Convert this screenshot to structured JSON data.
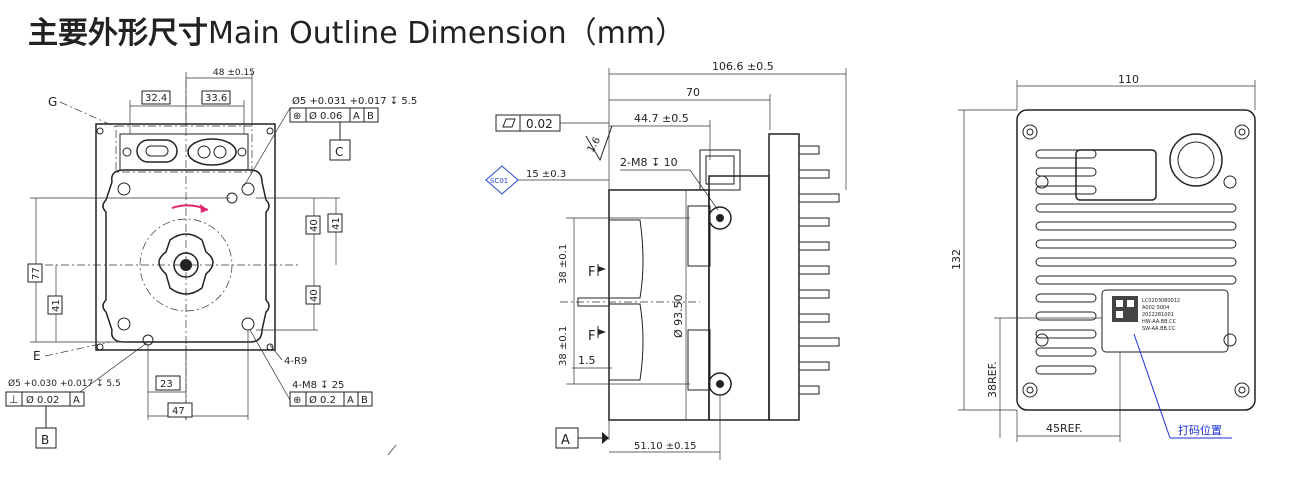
{
  "title": {
    "chinese": "主要外形尺寸",
    "english": "Main Outline Dimension（mm）"
  },
  "front_view": {
    "dim_top": "48 ±0.15",
    "dim_324": "32.4",
    "dim_336": "33.6",
    "label_g": "G",
    "label_e": "E",
    "hole_tol_top": "Ø5 +0.031 +0.017 ↧ 5.5",
    "fcf_top": [
      "⊕",
      "Ø 0.06",
      "A",
      "B"
    ],
    "datum_c": "C",
    "dim_40_upper": "40",
    "dim_41_right": "41",
    "dim_40_lower": "40",
    "dim_77": "77",
    "dim_41_left": "41",
    "dim_23": "23",
    "dim_47": "47",
    "note_r9": "4-R9",
    "note_m8": "4-M8 ↧ 25",
    "fcf_bottom_right": [
      "⊕",
      "Ø 0.2",
      "A",
      "B"
    ],
    "hole_tol_bottom": "Ø5 +0.030 +0.017 ↧ 5.5",
    "fcf_bottom_left": [
      "⊥",
      "Ø 0.02",
      "A"
    ],
    "datum_b": "B"
  },
  "side_view": {
    "dim_1066": "106.6 ±0.5",
    "dim_70": "70",
    "flatness": "0.02",
    "dim_447": "44.7 ±0.5",
    "roughness": "1.6",
    "note_m8": "2-M8 ↧ 10",
    "sc_tag": "SC01",
    "dim_15": "15 ±0.3",
    "dim_38_upper": "38 ±0.1",
    "dim_38_lower": "38 ±0.1",
    "label_f1": "F",
    "label_f2": "F",
    "dim_phi": "Ø 93.50",
    "dim_15b": "1.5",
    "datum_a": "A",
    "dim_5110": "51.10 ±0.15"
  },
  "rear_view": {
    "dim_110": "110",
    "dim_132": "132",
    "dim_38ref": "38REF.",
    "dim_45ref": "45REF.",
    "print_label": "打码位置",
    "label_lines": [
      "LC0203080012",
      "A002 0004",
      "2012281001",
      "HW-AA.BB.CC",
      "SW-AA.BB.CC"
    ],
    "label_color": "#1a2fd6"
  }
}
